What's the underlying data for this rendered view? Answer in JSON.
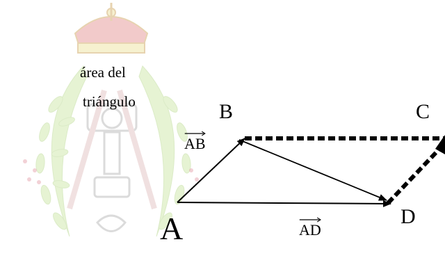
{
  "text": {
    "line1": "área del",
    "line2": "triángulo"
  },
  "points": {
    "A": "A",
    "B": "B",
    "C": "C",
    "D": "D"
  },
  "vectors": {
    "AB": "AB",
    "AD": "AD"
  },
  "colors": {
    "watermark_green": "#c8e6a0",
    "watermark_crown": "#e9a0a0",
    "watermark_gold": "#f0e6a8",
    "vector_stroke": "#000000"
  },
  "watermark": {
    "icon": "topography-seal-emblem"
  }
}
